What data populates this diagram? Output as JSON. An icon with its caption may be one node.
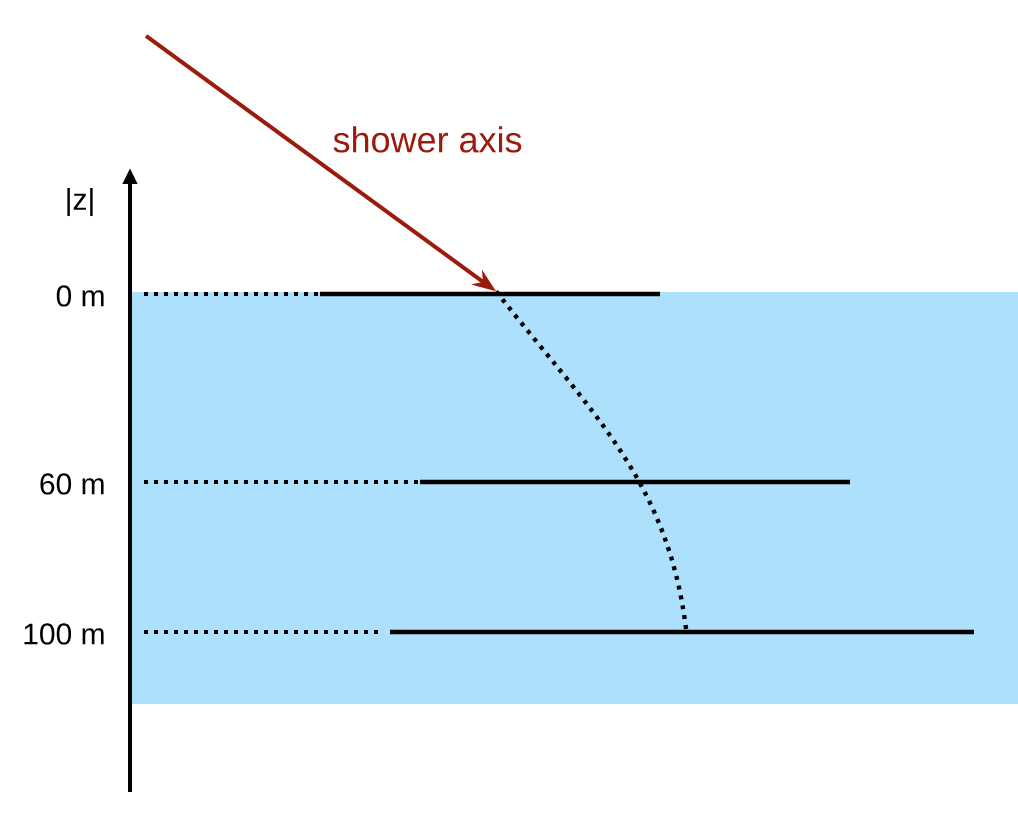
{
  "diagram": {
    "nodes": [
      {
        "text": [],
        "shape": "bar"
      },
      {
        "text": [],
        "shape": "bar"
      },
      {
        "text": [],
        "shape": "bar"
      }
    ],
    "edges": [
      {
        "from": null,
        "to": 0,
        "arrow": "to",
        "label": "shower axis",
        "color": "#9b1b0c"
      },
      {
        "from": 0,
        "to": 2,
        "arrow": "none",
        "style": "dashed",
        "color": "#000000"
      }
    ],
    "labels": [
      "|z|",
      "0 m",
      "60 m",
      "100 m"
    ]
  }
}
